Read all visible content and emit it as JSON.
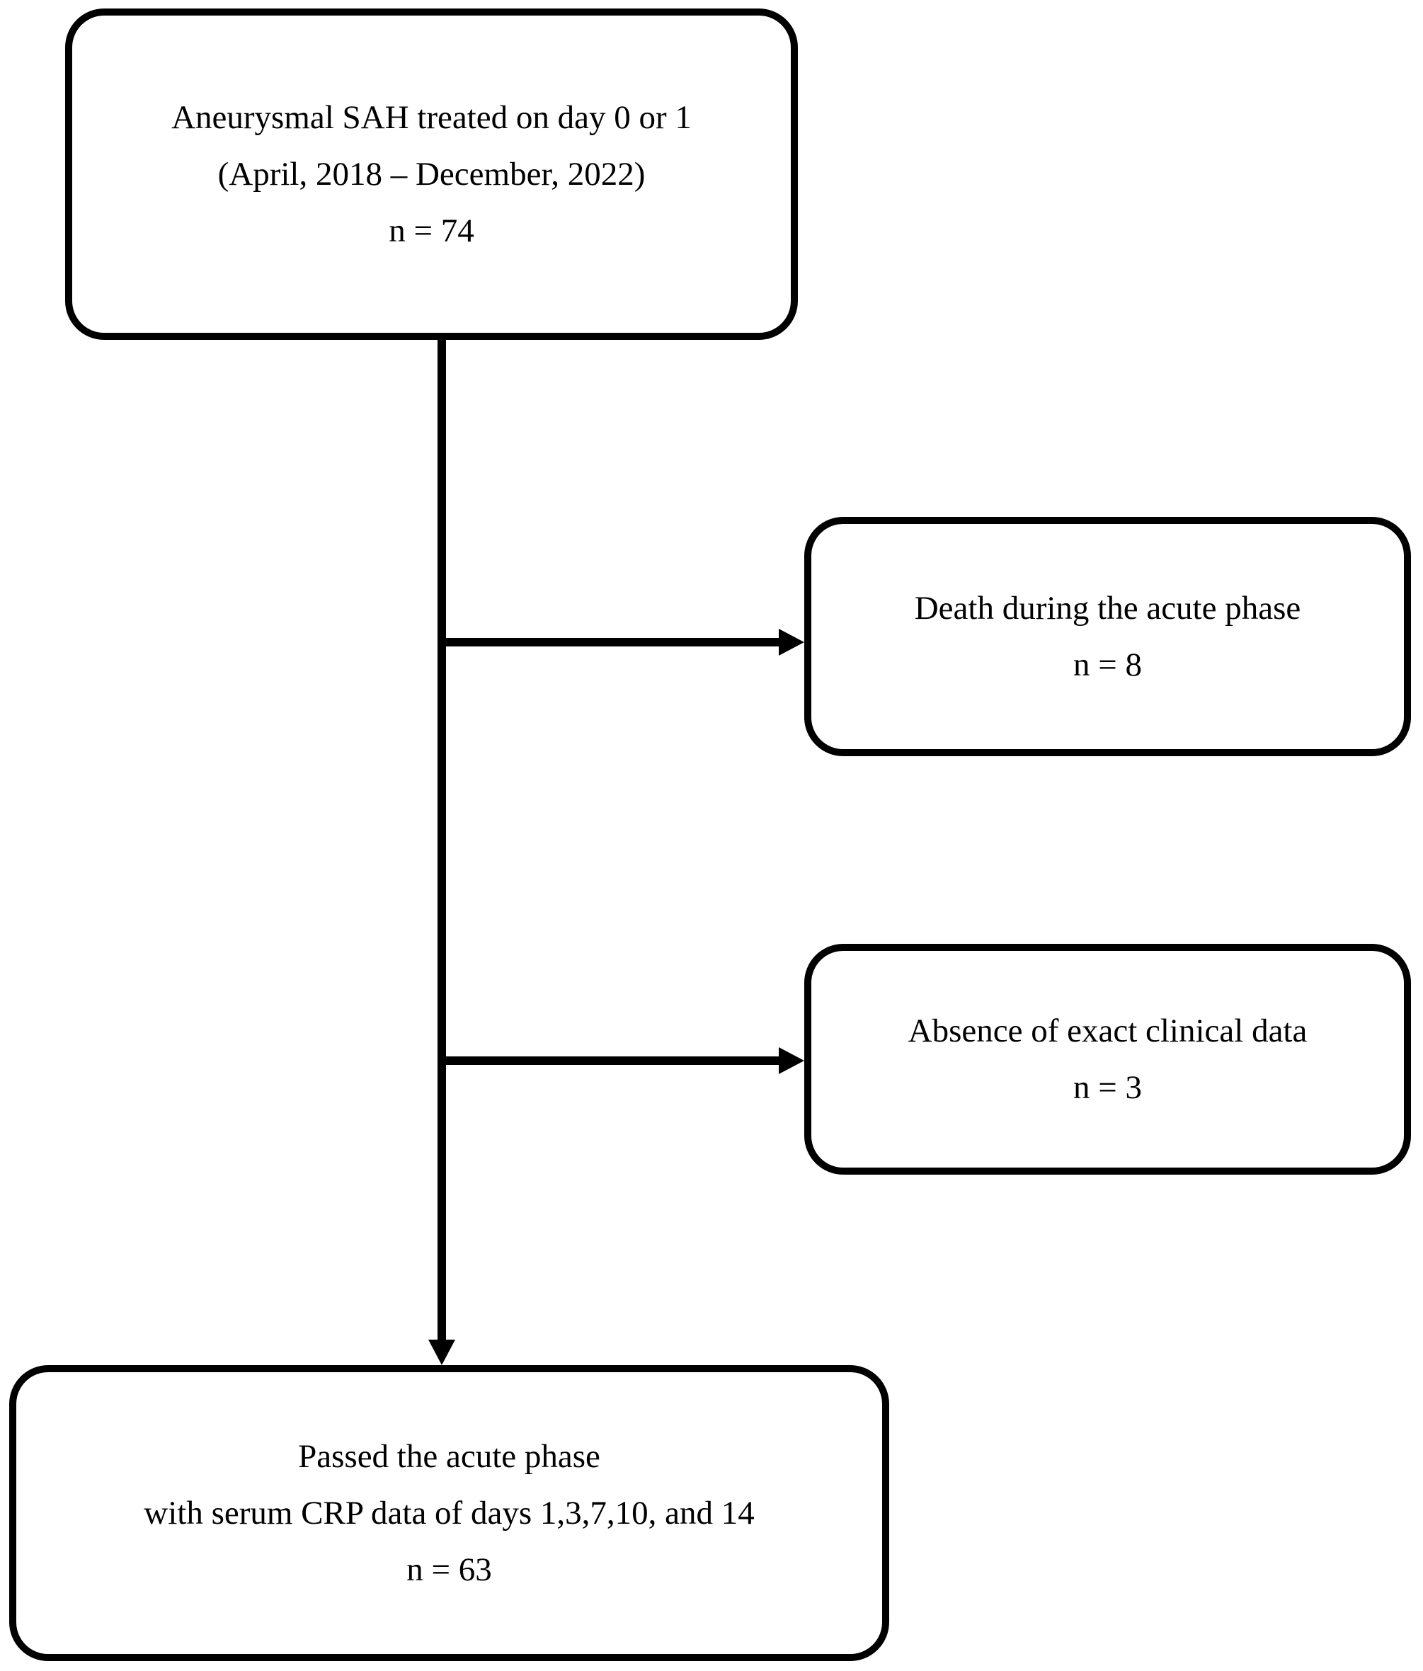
{
  "colors": {
    "background": "#ffffff",
    "stroke": "#000000",
    "text": "#000000"
  },
  "boxes": {
    "enrollment": {
      "lines": [
        "Aneurysmal SAH treated on day 0 or 1",
        "(April, 2018 – December, 2022)",
        "n = 74"
      ]
    },
    "exclusion_death": {
      "lines": [
        "Death during the acute phase",
        "n = 8"
      ]
    },
    "exclusion_data": {
      "lines": [
        "Absence of exact clinical data",
        "n = 3"
      ]
    },
    "final_cohort": {
      "lines": [
        "Passed the acute phase",
        "with serum CRP data of days 1,3,7,10, and 14",
        "n = 63"
      ]
    }
  }
}
